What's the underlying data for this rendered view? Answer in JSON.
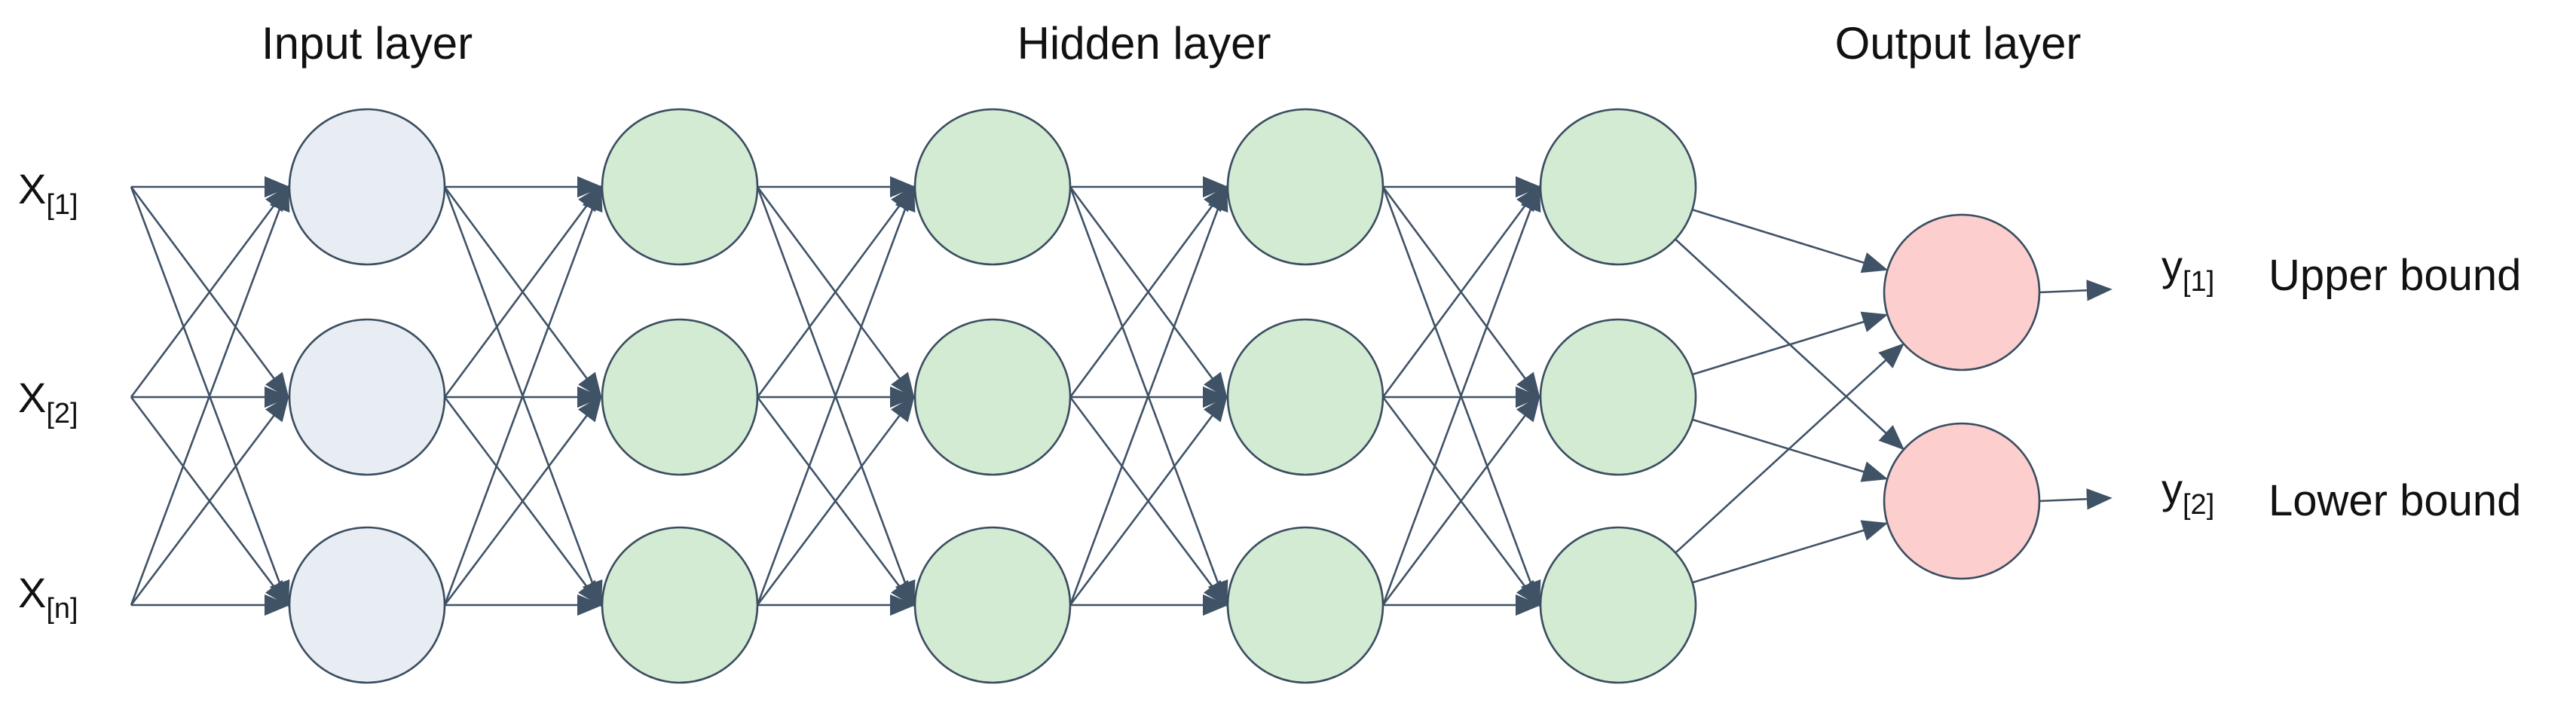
{
  "layers": {
    "input_title": "Input layer",
    "hidden_title": "Hidden layer",
    "output_title": "Output layer"
  },
  "inputs": [
    {
      "base": "X",
      "sub": "[1]"
    },
    {
      "base": "X",
      "sub": "[2]"
    },
    {
      "base": "X",
      "sub": "[n]"
    }
  ],
  "outputs": [
    {
      "base": "y",
      "sub": "[1]",
      "label": "Upper bound"
    },
    {
      "base": "y",
      "sub": "[2]",
      "label": "Lower bound"
    }
  ],
  "colors": {
    "input_node": "#e8edf4",
    "hidden_node": "#d3ebd3",
    "output_node": "#fccece",
    "edge": "#3f5266",
    "node_border": "#3a4d60"
  }
}
